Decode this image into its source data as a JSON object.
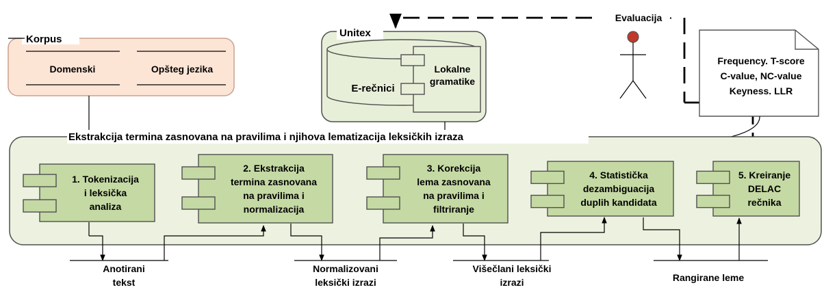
{
  "colors": {
    "corpus_fill": "#fde5d6",
    "corpus_stroke": "#c8a08e",
    "group_fill": "#ecf2df",
    "component_fill": "#c5d9a4",
    "actor_head": "#c0392b",
    "dashed_line": "#000000"
  },
  "corpus": {
    "title": "Korpus",
    "items": [
      "Domenski",
      "Opšteg jezika"
    ]
  },
  "unitex": {
    "title": "Unitex",
    "dictionary": "E-rečnici",
    "grammar": [
      "Lokalne",
      "gramatike"
    ]
  },
  "evaluation": {
    "label": "Evaluacija",
    "actor_icon": "stick-figure-actor-icon"
  },
  "measures": {
    "icon": "document-note-icon",
    "lines": [
      "Frequency. T-score",
      "C-value, NC-value",
      "Keyness. LLR"
    ]
  },
  "pipeline": {
    "title": "Ekstrakcija termina zasnovana na pravilima i njihova lematizacija leksičkih izraza",
    "steps": [
      {
        "lines": [
          "1. Tokenizacija",
          "i leksička",
          "analiza"
        ]
      },
      {
        "lines": [
          "2. Ekstrakcija",
          "termina zasnovana",
          "na pravilima i",
          "normalizacija"
        ]
      },
      {
        "lines": [
          "3. Korekcija",
          "lema zasnovana",
          "na pravilima i",
          "filtriranje"
        ]
      },
      {
        "lines": [
          "4. Statistička",
          "dezambiguacija",
          "duplih kandidata"
        ]
      },
      {
        "lines": [
          "5. Kreiranje",
          "DELAC",
          "rečnika"
        ]
      }
    ]
  },
  "outputs": [
    {
      "lines": [
        "Anotirani",
        "tekst"
      ]
    },
    {
      "lines": [
        "Normalizovani",
        "leksički izrazi"
      ]
    },
    {
      "lines": [
        "Višečlani leksički",
        "izrazi"
      ]
    },
    {
      "lines": [
        "Rangirane leme"
      ]
    }
  ]
}
